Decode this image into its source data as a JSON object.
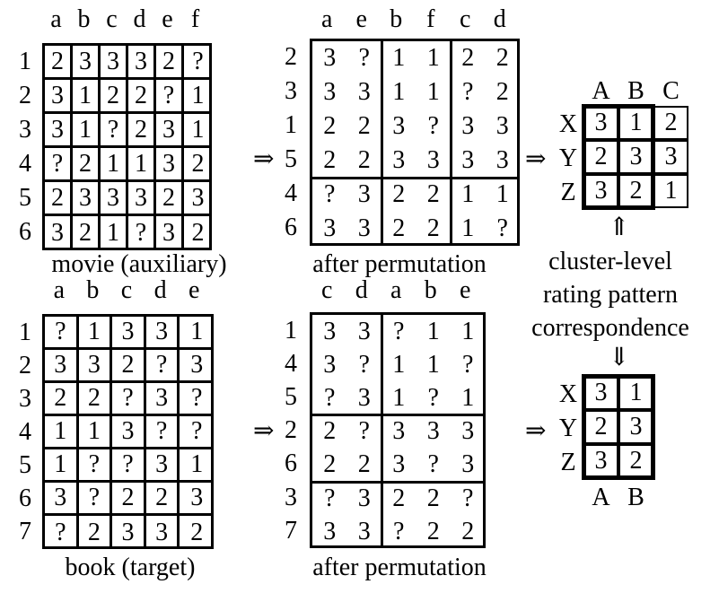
{
  "movie": {
    "columns": [
      "a",
      "b",
      "c",
      "d",
      "e",
      "f"
    ],
    "rows": [
      "1",
      "2",
      "3",
      "4",
      "5",
      "6"
    ],
    "cells": [
      [
        "2",
        "3",
        "3",
        "3",
        "2",
        "?"
      ],
      [
        "3",
        "1",
        "2",
        "2",
        "?",
        "1"
      ],
      [
        "3",
        "1",
        "?",
        "2",
        "3",
        "1"
      ],
      [
        "?",
        "2",
        "1",
        "1",
        "3",
        "2"
      ],
      [
        "2",
        "3",
        "3",
        "3",
        "2",
        "3"
      ],
      [
        "3",
        "2",
        "1",
        "?",
        "3",
        "2"
      ]
    ],
    "caption": "movie (auxiliary)"
  },
  "movie_permuted": {
    "columns": [
      "a",
      "e",
      "b",
      "f",
      "c",
      "d"
    ],
    "rows": [
      "2",
      "3",
      "1",
      "5",
      "4",
      "6"
    ],
    "cells": [
      [
        "3",
        "?",
        "1",
        "1",
        "2",
        "2"
      ],
      [
        "3",
        "3",
        "1",
        "1",
        "?",
        "2"
      ],
      [
        "2",
        "2",
        "3",
        "?",
        "3",
        "3"
      ],
      [
        "2",
        "2",
        "3",
        "3",
        "3",
        "3"
      ],
      [
        "?",
        "3",
        "2",
        "2",
        "1",
        "1"
      ],
      [
        "3",
        "3",
        "2",
        "2",
        "1",
        "?"
      ]
    ],
    "caption": "after permutation"
  },
  "movie_codebook": {
    "columns": [
      "A",
      "B",
      "C"
    ],
    "rows": [
      "X",
      "Y",
      "Z"
    ],
    "cells": [
      [
        "3",
        "1",
        "2"
      ],
      [
        "2",
        "3",
        "3"
      ],
      [
        "3",
        "2",
        "1"
      ]
    ]
  },
  "book": {
    "columns": [
      "a",
      "b",
      "c",
      "d",
      "e"
    ],
    "rows": [
      "1",
      "2",
      "3",
      "4",
      "5",
      "6",
      "7"
    ],
    "cells": [
      [
        "?",
        "1",
        "3",
        "3",
        "1"
      ],
      [
        "3",
        "3",
        "2",
        "?",
        "3"
      ],
      [
        "2",
        "2",
        "?",
        "3",
        "?"
      ],
      [
        "1",
        "1",
        "3",
        "?",
        "?"
      ],
      [
        "1",
        "?",
        "?",
        "3",
        "1"
      ],
      [
        "3",
        "?",
        "2",
        "2",
        "3"
      ],
      [
        "?",
        "2",
        "3",
        "3",
        "2"
      ]
    ],
    "caption": "book (target)"
  },
  "book_permuted": {
    "columns": [
      "c",
      "d",
      "a",
      "b",
      "e"
    ],
    "rows": [
      "1",
      "4",
      "5",
      "2",
      "6",
      "3",
      "7"
    ],
    "cells": [
      [
        "3",
        "3",
        "?",
        "1",
        "1"
      ],
      [
        "3",
        "?",
        "1",
        "1",
        "?"
      ],
      [
        "?",
        "3",
        "1",
        "?",
        "1"
      ],
      [
        "2",
        "?",
        "3",
        "3",
        "3"
      ],
      [
        "2",
        "2",
        "3",
        "?",
        "3"
      ],
      [
        "?",
        "3",
        "2",
        "2",
        "?"
      ],
      [
        "3",
        "3",
        "?",
        "2",
        "2"
      ]
    ],
    "caption": "after permutation"
  },
  "book_codebook": {
    "columns": [
      "A",
      "B"
    ],
    "rows": [
      "X",
      "Y",
      "Z"
    ],
    "cells": [
      [
        "3",
        "1"
      ],
      [
        "2",
        "3"
      ],
      [
        "3",
        "2"
      ]
    ]
  },
  "correspondence_text": [
    "cluster-level",
    "rating pattern",
    "correspondence"
  ],
  "arrows": {
    "right": "⇒",
    "up": "⇑",
    "down": "⇓"
  }
}
